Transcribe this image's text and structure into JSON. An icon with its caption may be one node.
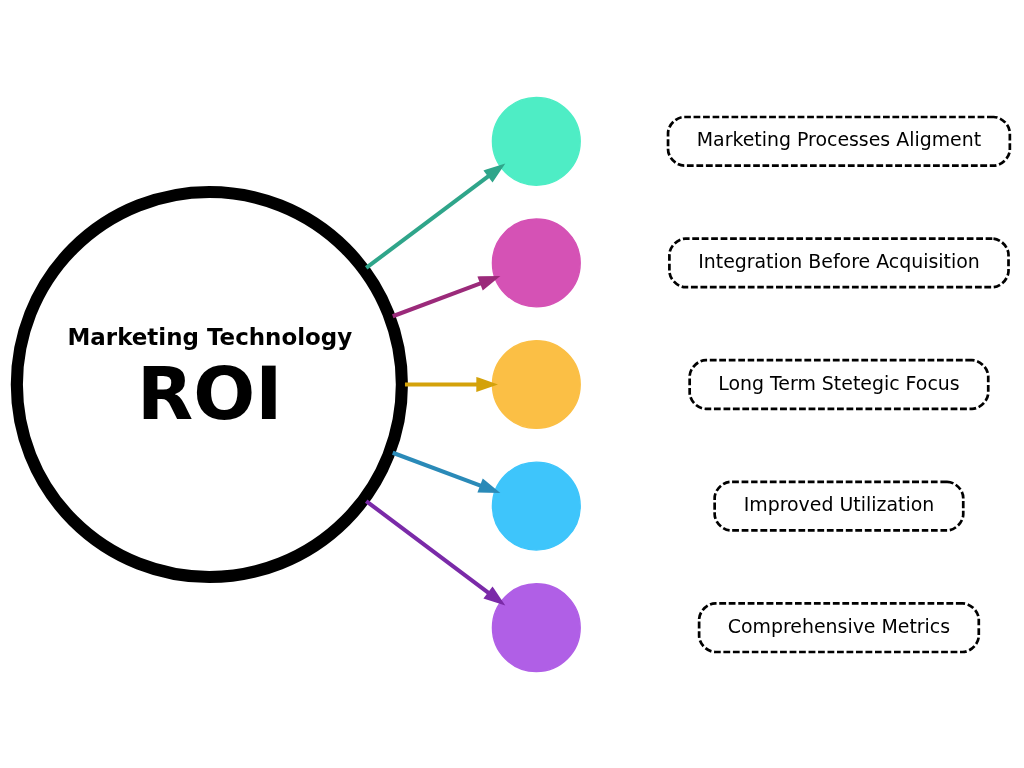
{
  "diagram": {
    "nodes": [
      {
        "text": [
          "Marketing Technology",
          "ROI"
        ]
      },
      {
        "text": [],
        "shape": "circle"
      },
      {
        "text": [
          "Marketing Processes Aligment"
        ]
      },
      {
        "text": [],
        "shape": "circle"
      },
      {
        "text": [
          "Integration Before Acquisition"
        ]
      },
      {
        "text": [],
        "shape": "circle"
      },
      {
        "text": [
          "Long Term Stetegic Focus"
        ]
      },
      {
        "text": [],
        "shape": "circle"
      },
      {
        "text": [
          "Improved Utilization"
        ]
      },
      {
        "text": [],
        "shape": "circle"
      },
      {
        "text": [
          "Comprehensive Metrics"
        ]
      }
    ],
    "edges": [
      {
        "from": 0,
        "to": 1,
        "arrow": "to",
        "color": "#2fa58a"
      },
      {
        "from": 0,
        "to": 3,
        "arrow": "to",
        "color": "#9b2a7a"
      },
      {
        "from": 0,
        "to": 5,
        "arrow": "to",
        "color": "#d4a20a"
      },
      {
        "from": 0,
        "to": 7,
        "arrow": "to",
        "color": "#2a8ab8"
      },
      {
        "from": 0,
        "to": 9,
        "arrow": "to",
        "color": "#7a2aa8"
      }
    ]
  }
}
